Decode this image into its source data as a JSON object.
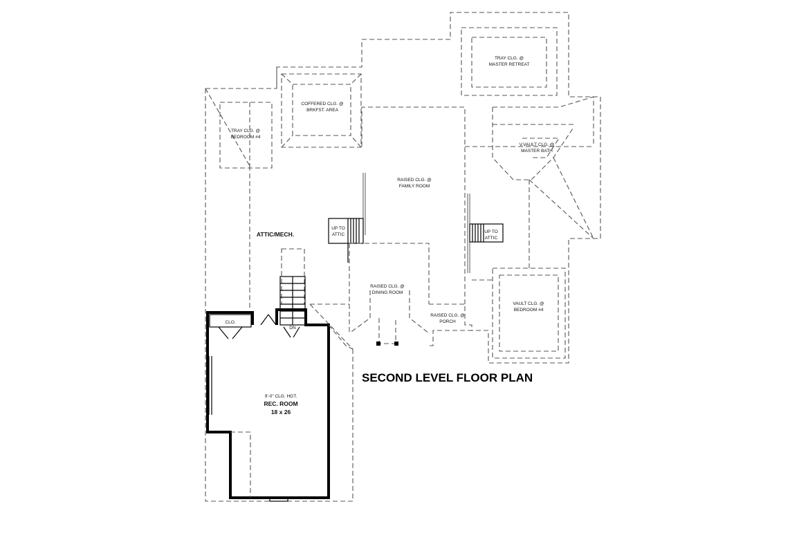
{
  "title": "SECOND LEVEL FLOOR PLAN",
  "rooms": {
    "master_retreat": {
      "line1": "TRAY CLG. @",
      "line2": "MASTER RETREAT"
    },
    "brkfst_area": {
      "line1": "COFFERED CLG. @",
      "line2": "BRKFST. AREA"
    },
    "bedroom_left": {
      "line1": "TRAY CLG. @",
      "line2": "BEDROOM #4"
    },
    "master_bath": {
      "line1": "V.VAULT CLG. @",
      "line2": "MASTER BATH"
    },
    "family_room": {
      "line1": "RAISED CLG. @",
      "line2": "FAMILY ROOM"
    },
    "attic_mech": {
      "label": "ATTIC/MECH."
    },
    "stair_left": {
      "line1": "UP TO",
      "line2": "ATTIC"
    },
    "stair_right": {
      "line1": "UP TO",
      "line2": "ATTIC"
    },
    "dining_room": {
      "line1": "RAISED CLG. @",
      "line2": "DINING ROOM"
    },
    "porch": {
      "line1": "RAISED CLG. @",
      "line2": "PORCH"
    },
    "bedroom_right": {
      "line1": "VAULT CLG. @",
      "line2": "BEDROOM #4"
    },
    "closet": {
      "label": "CLO."
    },
    "stair_down": {
      "label": "DN"
    },
    "rec_room": {
      "height": "9'-0\" CLG. HGT.",
      "name": "REC. ROOM",
      "size": "18 x 26"
    }
  }
}
